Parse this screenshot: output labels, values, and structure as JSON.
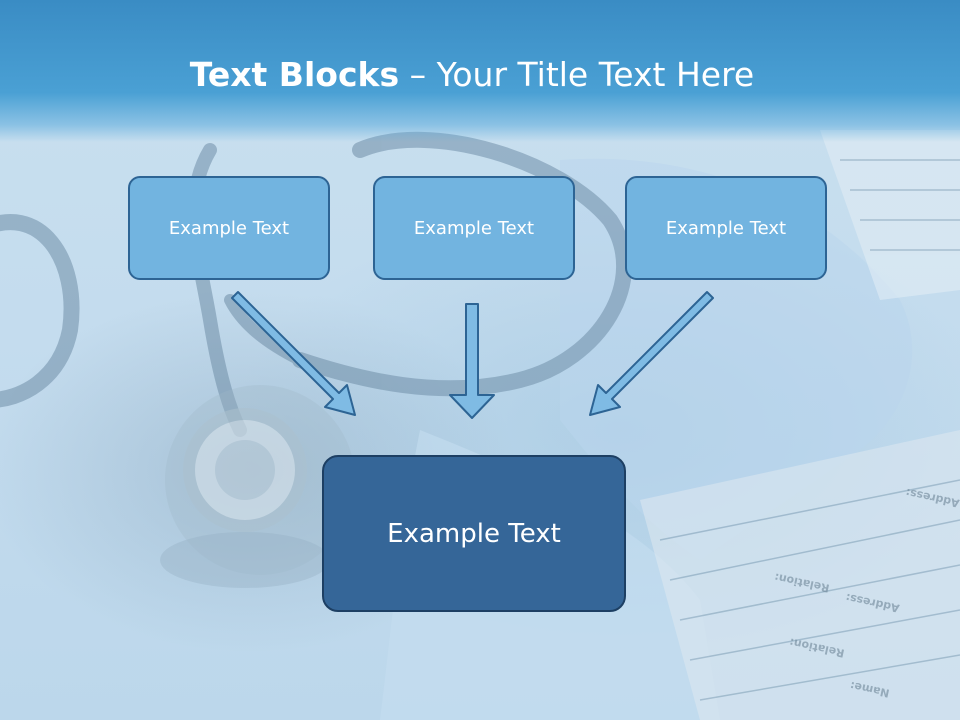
{
  "title": {
    "bold": "Text Blocks",
    "separator": " – ",
    "rest": "Your Title Text Here"
  },
  "boxes": [
    {
      "label": "Example Text"
    },
    {
      "label": "Example Text"
    },
    {
      "label": "Example Text"
    }
  ],
  "target": {
    "label": "Example Text"
  },
  "background": {
    "description_icons": [
      "stethoscope-image",
      "medical-form-image"
    ],
    "form_lines": [
      "Address:",
      "Relation:",
      "Address:",
      "Relation:",
      "Name:"
    ]
  },
  "colors": {
    "header": "#3a8cc4",
    "small_box_fill": "#72b4e0",
    "small_box_border": "#2d6494",
    "big_box_fill": "#356698",
    "arrow_fill": "#7fbbe4",
    "arrow_stroke": "#2d6494"
  }
}
